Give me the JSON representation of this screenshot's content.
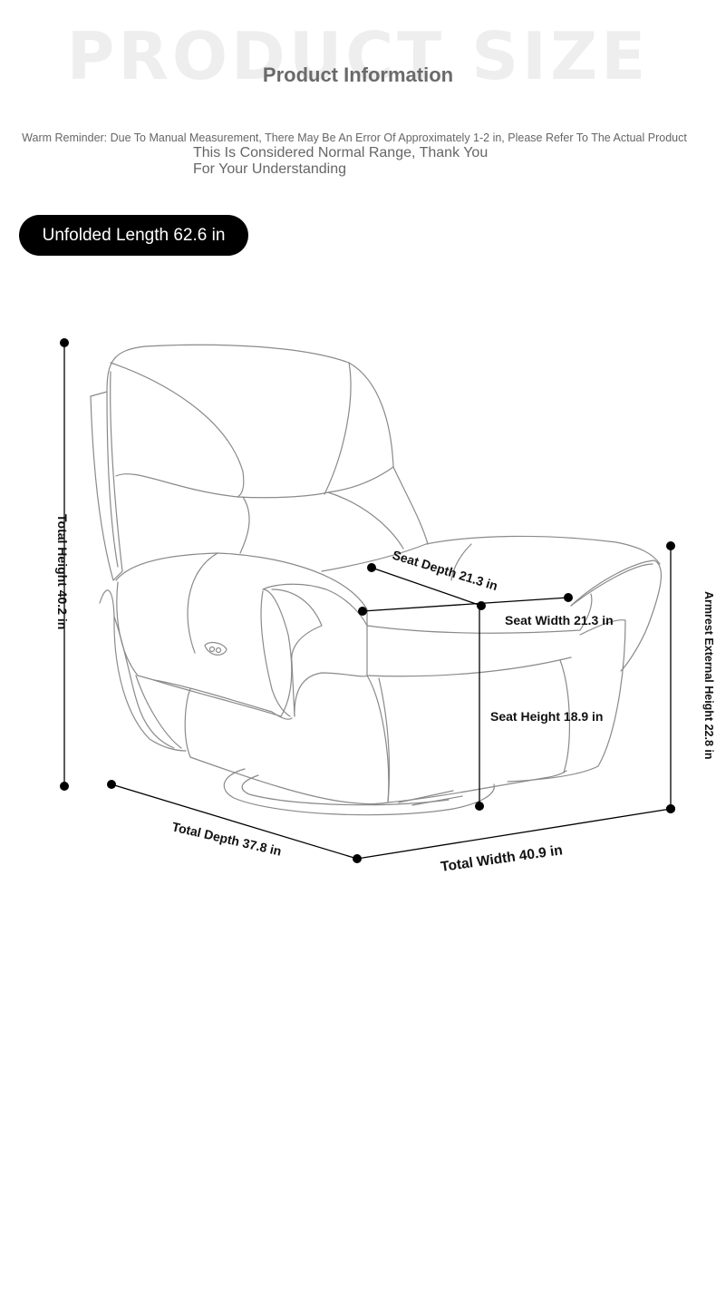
{
  "header": {
    "watermark": "PRODUCT SIZE",
    "subtitle": "Product Information"
  },
  "reminder": {
    "line1": "Warm Reminder: Due To Manual Measurement, There May Be An Error Of Approximately 1-2 in, Please Refer To The Actual Product",
    "line2": "This Is Considered Normal Range, Thank You",
    "line3": "For Your Understanding"
  },
  "unfolded_length": "Unfolded Length 62.6 in",
  "dimensions": {
    "total_height": "Total Height 40.2 in",
    "seat_depth": "Seat Depth 21.3 in",
    "seat_width": "Seat Width 21.3 in",
    "seat_height": "Seat Height 18.9 in",
    "armrest_height": "Armrest External Height 22.8 in",
    "total_depth": "Total Depth 37.8 in",
    "total_width": "Total Width 40.9 in"
  },
  "illustration": {
    "subject": "recliner-chair-line-drawing",
    "icon": "remote-button-icon"
  }
}
